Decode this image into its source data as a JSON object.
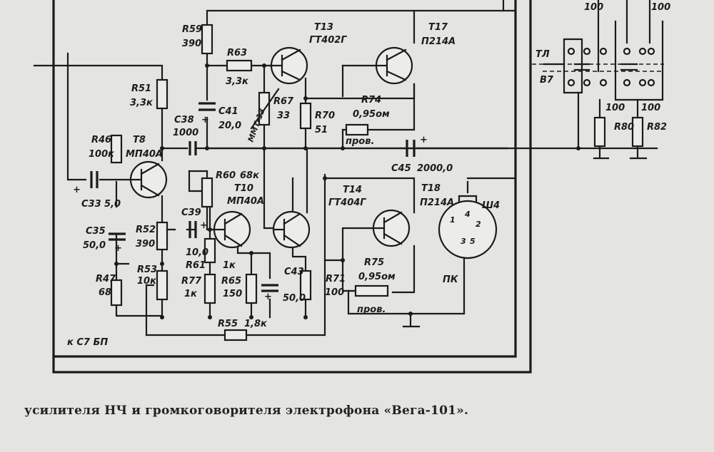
{
  "caption": "усилителя НЧ и громкоговорителя электрофона «Вега-101».",
  "input_label": "к С7 БП",
  "components": {
    "R59": [
      "R59",
      "390"
    ],
    "R63": [
      "R63",
      "3,3к"
    ],
    "T13": [
      "T13",
      "ГТ402Г"
    ],
    "T17": [
      "T17",
      "П214А"
    ],
    "R51": [
      "R51",
      "3,3к"
    ],
    "R67": [
      "R67",
      "33"
    ],
    "MMT": [
      "ММТ-13"
    ],
    "R70": [
      "R70",
      "51"
    ],
    "R74": [
      "R74",
      "0,95ом",
      "пров."
    ],
    "C41": [
      "C41",
      "20,0"
    ],
    "C38": [
      "C38",
      "1000"
    ],
    "R46": [
      "R46",
      "100к"
    ],
    "T8": [
      "T8",
      "МП40А"
    ],
    "C45": [
      "C45",
      "2000,0"
    ],
    "R60": [
      "R60",
      "68к"
    ],
    "T10": [
      "T10",
      "МП40А"
    ],
    "T14": [
      "T14",
      "ГТ404Г"
    ],
    "T18": [
      "T18",
      "П214А"
    ],
    "C33": [
      "C33",
      "5,0"
    ],
    "C35": [
      "C35",
      "50,0"
    ],
    "R52": [
      "R52",
      "390"
    ],
    "C39": [
      "C39",
      "10,0"
    ],
    "R61": [
      "R61",
      "1к"
    ],
    "C43": [
      "C43",
      "50,0"
    ],
    "R47": [
      "R47",
      "68"
    ],
    "R53": [
      "R53",
      "10к"
    ],
    "R77": [
      "R77",
      "1к"
    ],
    "R65": [
      "R65",
      "150"
    ],
    "R71": [
      "R71",
      "100"
    ],
    "R75": [
      "R75",
      "0,95ом",
      "пров."
    ],
    "R55": [
      "R55",
      "1,8к"
    ],
    "R80": [
      "R80",
      "100"
    ],
    "R82": [
      "R82",
      "100"
    ],
    "TLP": [
      "ТЛ",
      "В7"
    ],
    "SH4": [
      "Ш4"
    ],
    "PK": [
      "ПК"
    ],
    "top100a": [
      "100"
    ],
    "top100b": [
      "100"
    ]
  },
  "socket_pins": [
    "1",
    "4",
    "2",
    "3",
    "5"
  ],
  "plus_sign": "+"
}
